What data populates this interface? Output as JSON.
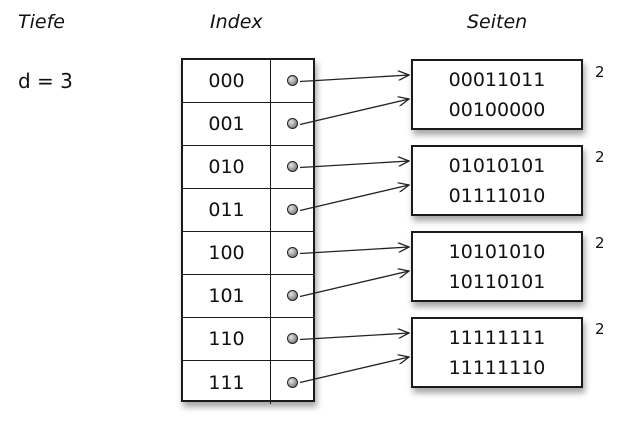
{
  "headers": {
    "tiefe": "Tiefe",
    "index": "Index",
    "seiten": "Seiten"
  },
  "global_depth": "d = 3",
  "index": {
    "keys": [
      "000",
      "001",
      "010",
      "011",
      "100",
      "101",
      "110",
      "111"
    ],
    "pointer_targets": [
      0,
      0,
      1,
      1,
      2,
      2,
      3,
      3
    ]
  },
  "pages": [
    {
      "entries": [
        "00011011",
        "00100000"
      ],
      "local_depth": "2"
    },
    {
      "entries": [
        "01010101",
        "01111010"
      ],
      "local_depth": "2"
    },
    {
      "entries": [
        "10101010",
        "10110101"
      ],
      "local_depth": "2"
    },
    {
      "entries": [
        "11111111",
        "11111110"
      ],
      "local_depth": "2"
    }
  ]
}
